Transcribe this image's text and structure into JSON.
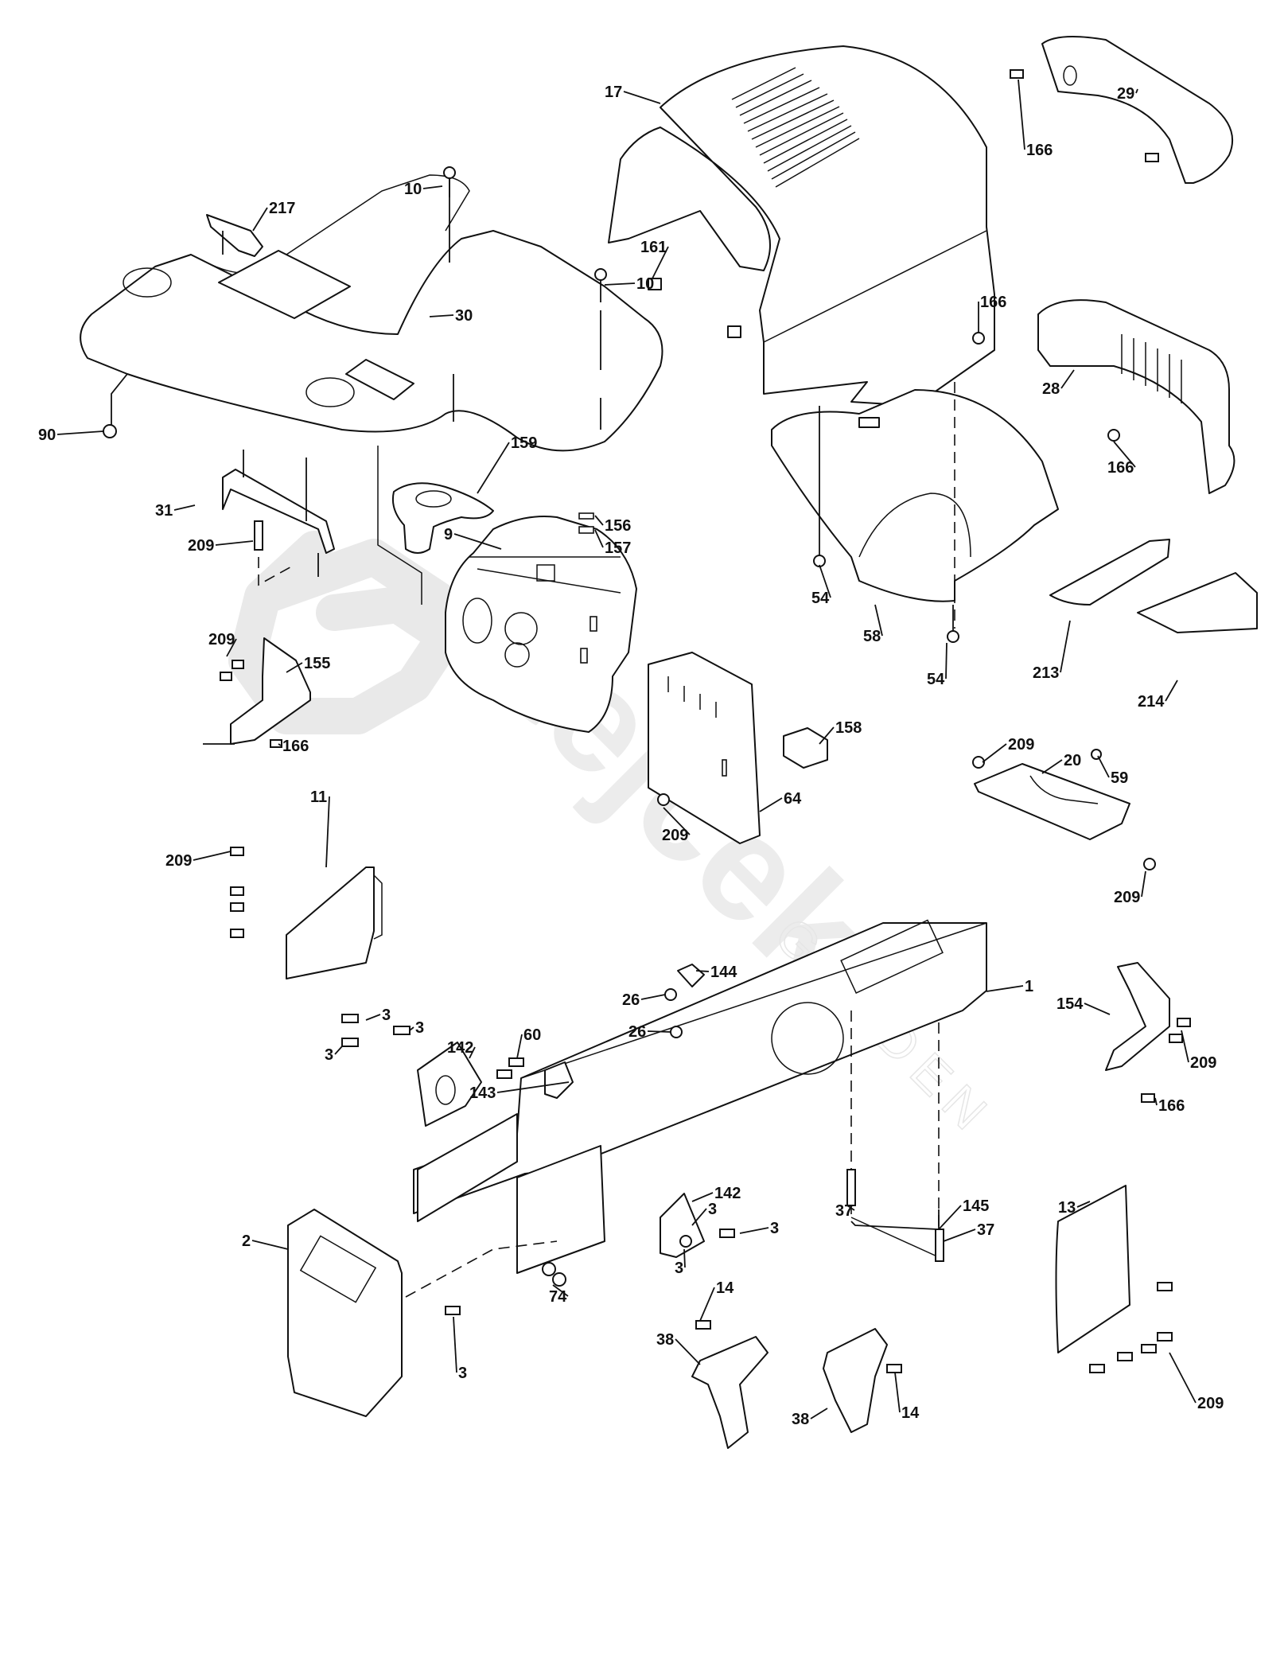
{
  "diagram": {
    "title": "Tractor chassis, hood and seat exploded parts view",
    "watermark": {
      "brand": "Stejček",
      "sub": "GARDEN"
    },
    "callouts": [
      {
        "id": "c-17",
        "label": "17",
        "part": "hood"
      },
      {
        "id": "c-29",
        "label": "29",
        "part": "headlight-bezel"
      },
      {
        "id": "c-166a",
        "label": "166",
        "part": "screw-bezel"
      },
      {
        "id": "c-10a",
        "label": "10",
        "part": "bolt-fender-rear"
      },
      {
        "id": "c-217",
        "label": "217",
        "part": "seat-adjust-lever"
      },
      {
        "id": "c-161",
        "label": "161",
        "part": "bumper-pad"
      },
      {
        "id": "c-10b",
        "label": "10",
        "part": "bolt-fender-front"
      },
      {
        "id": "c-30",
        "label": "30",
        "part": "fender-seat-pan"
      },
      {
        "id": "c-166b",
        "label": "166",
        "part": "screw-grille-left"
      },
      {
        "id": "c-28",
        "label": "28",
        "part": "grille"
      },
      {
        "id": "c-90",
        "label": "90",
        "part": "nut"
      },
      {
        "id": "c-166c",
        "label": "166",
        "part": "screw-grille-right"
      },
      {
        "id": "c-159",
        "label": "159",
        "part": "fuel-cap-cup"
      },
      {
        "id": "c-31",
        "label": "31",
        "part": "fender-bracket"
      },
      {
        "id": "c-156",
        "label": "156",
        "part": "lens"
      },
      {
        "id": "c-157",
        "label": "157",
        "part": "lens-holder"
      },
      {
        "id": "c-9",
        "label": "9",
        "part": "dash-panel"
      },
      {
        "id": "c-209a",
        "label": "209",
        "part": "screw-fender-bracket"
      },
      {
        "id": "c-54a",
        "label": "54",
        "part": "screw-dash-left"
      },
      {
        "id": "c-58",
        "label": "58",
        "part": "dash-lower"
      },
      {
        "id": "c-54b",
        "label": "54",
        "part": "screw-dash-right"
      },
      {
        "id": "c-213",
        "label": "213",
        "part": "side-panel-left"
      },
      {
        "id": "c-214",
        "label": "214",
        "part": "side-panel-right"
      },
      {
        "id": "c-209b",
        "label": "209",
        "part": "screw-bracket-155"
      },
      {
        "id": "c-155",
        "label": "155",
        "part": "bracket-left"
      },
      {
        "id": "c-166d",
        "label": "166",
        "part": "screw-bracket-155"
      },
      {
        "id": "c-158",
        "label": "158",
        "part": "switch-bracket"
      },
      {
        "id": "c-64",
        "label": "64",
        "part": "dash-support"
      },
      {
        "id": "c-209c",
        "label": "209",
        "part": "screw-dash-support"
      },
      {
        "id": "c-209d",
        "label": "209",
        "part": "screw-hood-pivot-left"
      },
      {
        "id": "c-20",
        "label": "20",
        "part": "hood-pivot-plate"
      },
      {
        "id": "c-59",
        "label": "59",
        "part": "bumper"
      },
      {
        "id": "c-209e",
        "label": "209",
        "part": "screw-hood-pivot-right"
      },
      {
        "id": "c-11",
        "label": "11",
        "part": "side-plate-left"
      },
      {
        "id": "c-209f",
        "label": "209",
        "part": "screws-side-plate-left"
      },
      {
        "id": "c-144",
        "label": "144",
        "part": "clip"
      },
      {
        "id": "c-1",
        "label": "1",
        "part": "frame"
      },
      {
        "id": "c-26a",
        "label": "26",
        "part": "nut-upper"
      },
      {
        "id": "c-26b",
        "label": "26",
        "part": "nut-lower"
      },
      {
        "id": "c-154",
        "label": "154",
        "part": "bracket-right"
      },
      {
        "id": "c-209g",
        "label": "209",
        "part": "screws-bracket-154"
      },
      {
        "id": "c-166e",
        "label": "166",
        "part": "screw-bracket-154"
      },
      {
        "id": "c-3a",
        "label": "3",
        "part": "bolt-upper-1"
      },
      {
        "id": "c-3b",
        "label": "3",
        "part": "bolt-upper-2"
      },
      {
        "id": "c-3c",
        "label": "3",
        "part": "bolt-upper-3"
      },
      {
        "id": "c-60",
        "label": "60",
        "part": "bolts-60"
      },
      {
        "id": "c-142a",
        "label": "142",
        "part": "axle-support-left"
      },
      {
        "id": "c-143",
        "label": "143",
        "part": "bracket-143"
      },
      {
        "id": "c-142b",
        "label": "142",
        "part": "axle-support-right"
      },
      {
        "id": "c-3d",
        "label": "3",
        "part": "bolt-lower-1"
      },
      {
        "id": "c-3e",
        "label": "3",
        "part": "bolt-lower-2"
      },
      {
        "id": "c-3f",
        "label": "3",
        "part": "bolt-lower-3"
      },
      {
        "id": "c-37a",
        "label": "37",
        "part": "bolt-brace-upper"
      },
      {
        "id": "c-145",
        "label": "145",
        "part": "brace"
      },
      {
        "id": "c-37b",
        "label": "37",
        "part": "bolt-brace-lower"
      },
      {
        "id": "c-13",
        "label": "13",
        "part": "side-plate-right"
      },
      {
        "id": "c-2",
        "label": "2",
        "part": "front-bracket"
      },
      {
        "id": "c-74",
        "label": "74",
        "part": "nuts-74"
      },
      {
        "id": "c-3g",
        "label": "3",
        "part": "bolt-front-bracket"
      },
      {
        "id": "c-14a",
        "label": "14",
        "part": "bolt-axle-left"
      },
      {
        "id": "c-38a",
        "label": "38",
        "part": "axle-bracket-left"
      },
      {
        "id": "c-38b",
        "label": "38",
        "part": "axle-bracket-right"
      },
      {
        "id": "c-14b",
        "label": "14",
        "part": "bolt-axle-right"
      },
      {
        "id": "c-209h",
        "label": "209",
        "part": "screws-side-plate-right"
      }
    ]
  }
}
